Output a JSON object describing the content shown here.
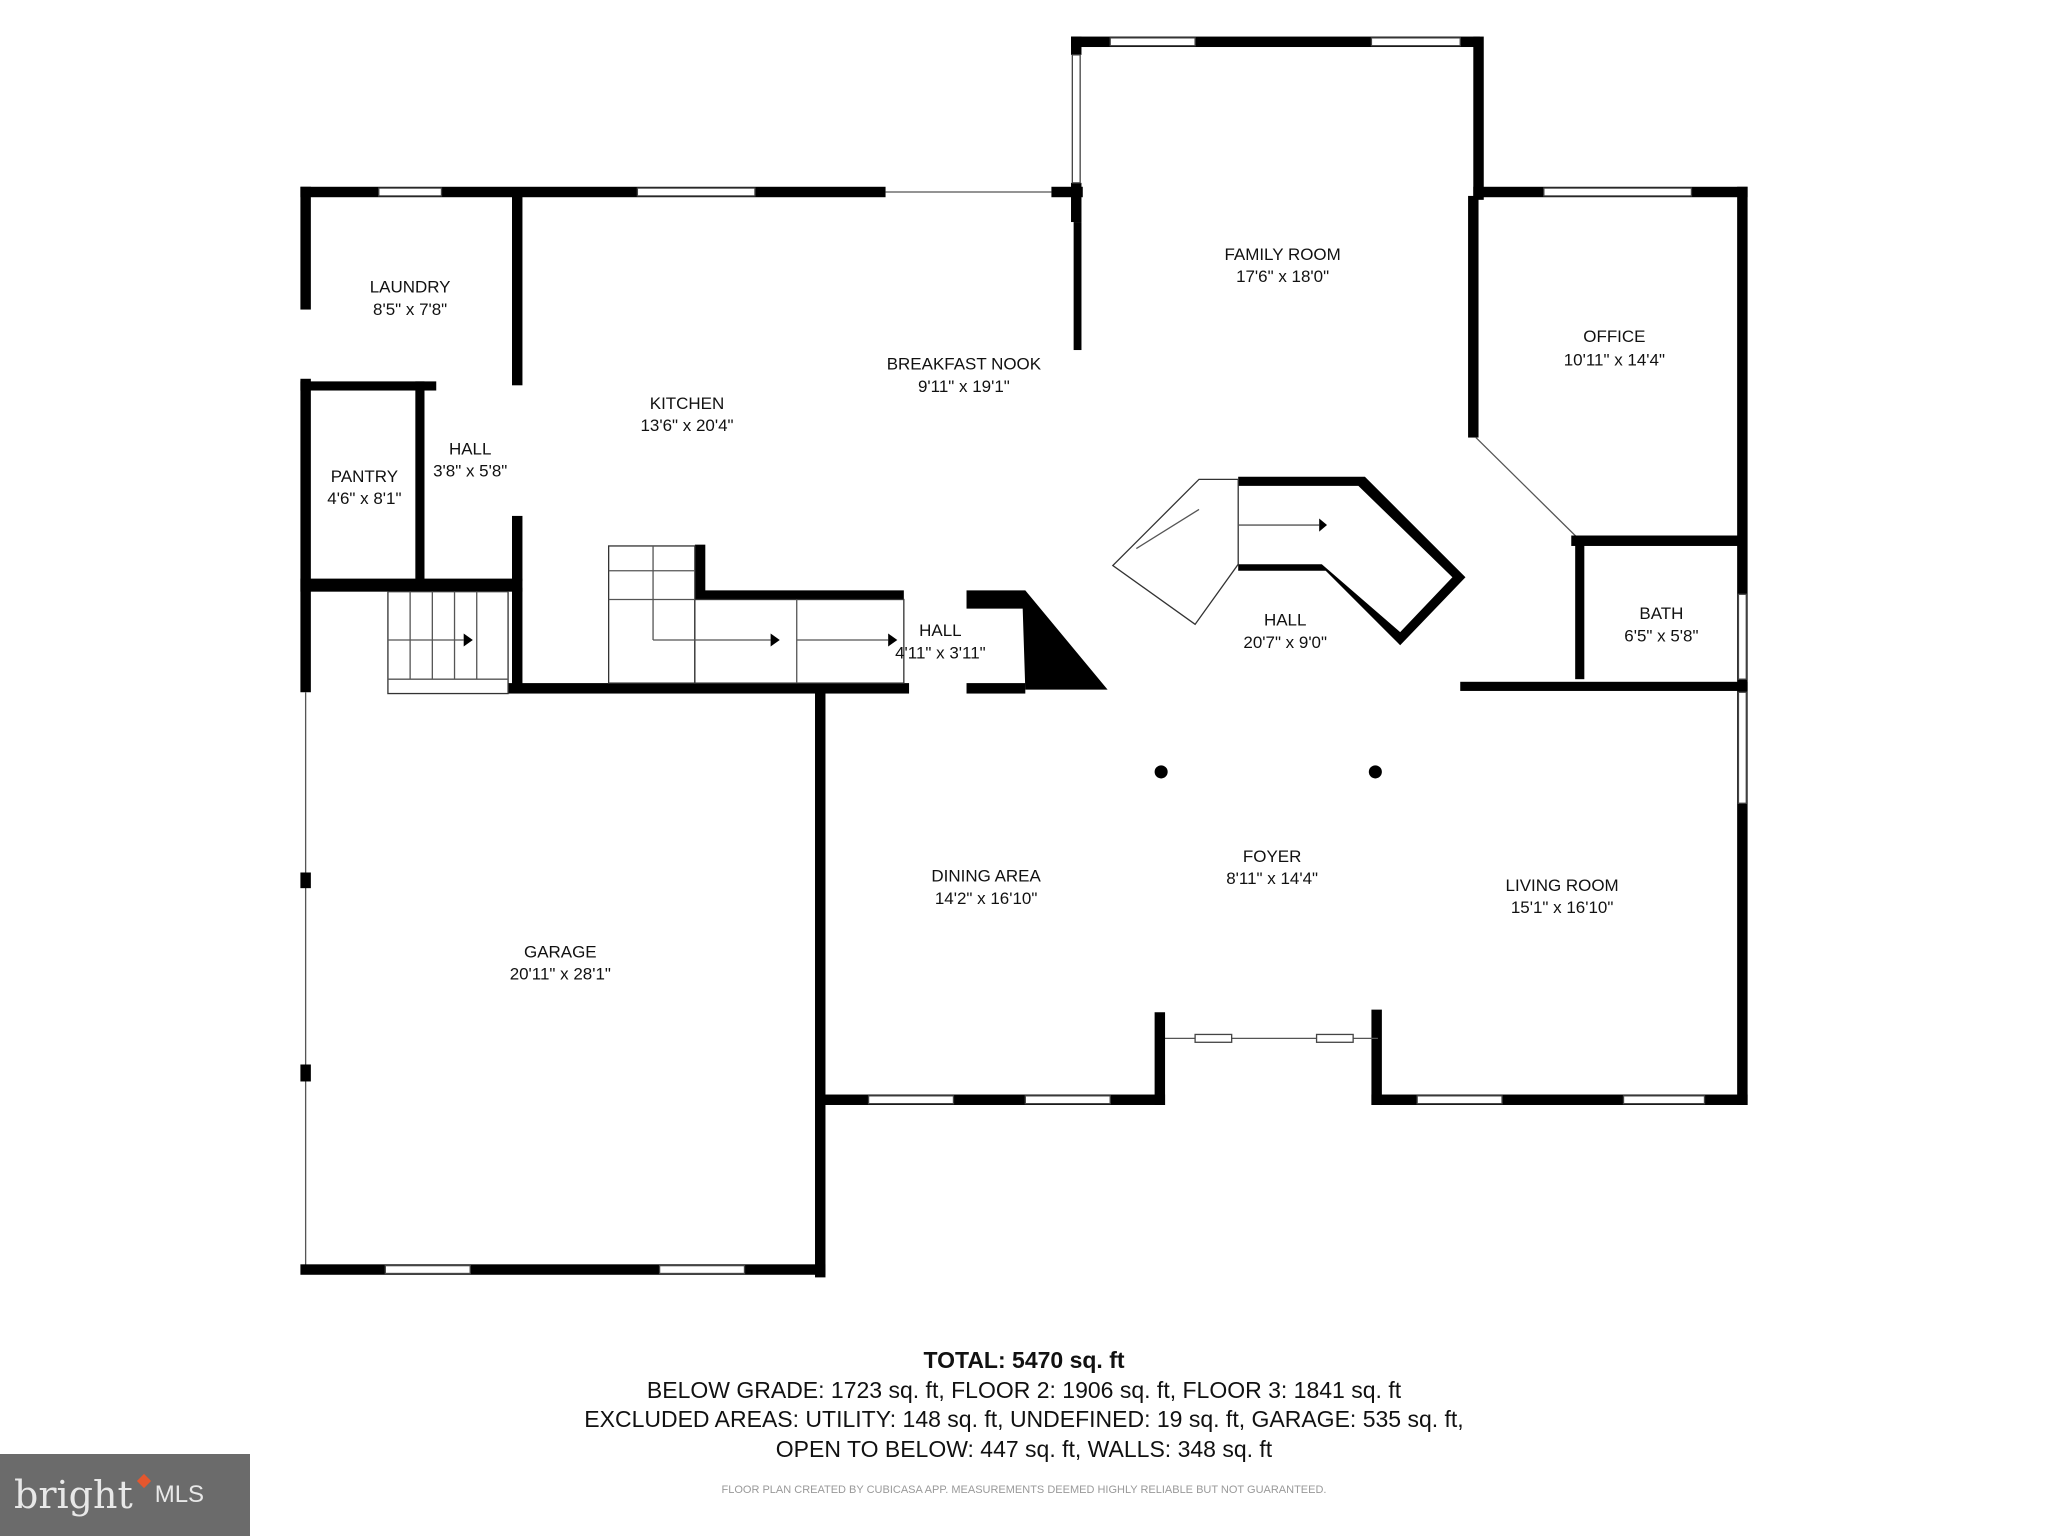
{
  "rooms": [
    {
      "name": "FAMILY ROOM",
      "dims": "17'6\" x 18'0\""
    },
    {
      "name": "OFFICE",
      "dims": "10'11\" x 14'4\""
    },
    {
      "name": "LAUNDRY",
      "dims": "8'5\" x 7'8\""
    },
    {
      "name": "BREAKFAST NOOK",
      "dims": "9'11\" x 19'1\""
    },
    {
      "name": "KITCHEN",
      "dims": "13'6\" x 20'4\""
    },
    {
      "name": "HALL",
      "dims": "3'8\" x 5'8\""
    },
    {
      "name": "PANTRY",
      "dims": "4'6\" x 8'1\""
    },
    {
      "name": "HALL",
      "dims": "20'7\" x 9'0\""
    },
    {
      "name": "BATH",
      "dims": "6'5\" x 5'8\""
    },
    {
      "name": "HALL",
      "dims": "4'11\" x 3'11\""
    },
    {
      "name": "FOYER",
      "dims": "8'11\" x 14'4\""
    },
    {
      "name": "DINING AREA",
      "dims": "14'2\" x 16'10\""
    },
    {
      "name": "LIVING ROOM",
      "dims": "15'1\" x 16'10\""
    },
    {
      "name": "GARAGE",
      "dims": "20'11\" x 28'1\""
    }
  ],
  "summary": {
    "total": "TOTAL: 5470 sq. ft",
    "line1": "BELOW GRADE: 1723 sq. ft, FLOOR 2: 1906 sq. ft, FLOOR 3: 1841 sq. ft",
    "line2": "EXCLUDED AREAS: UTILITY: 148 sq. ft, UNDEFINED: 19 sq. ft, GARAGE: 535 sq. ft,",
    "line3": "OPEN TO BELOW: 447 sq. ft, WALLS: 348 sq. ft",
    "disclaimer": "FLOOR PLAN CREATED BY CUBICASA APP. MEASUREMENTS DEEMED HIGHLY RELIABLE BUT NOT GUARANTEED."
  },
  "logo": {
    "text": "bright",
    "suffix": "MLS",
    "accent": "#e4572e",
    "background": "#6b6b6b"
  }
}
